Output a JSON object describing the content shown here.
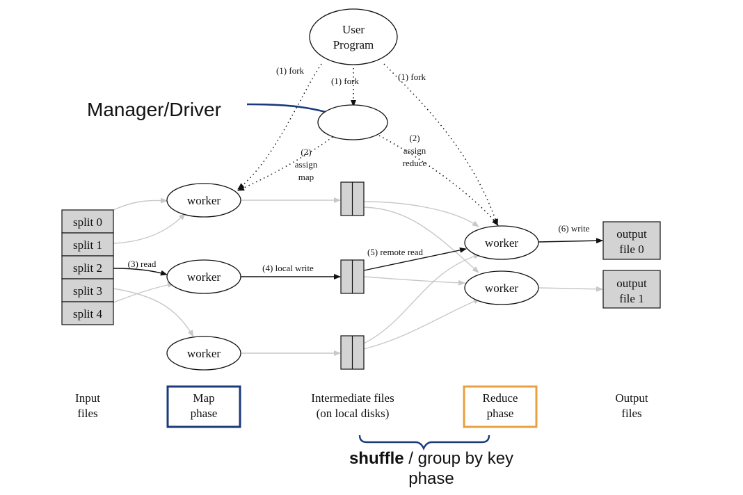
{
  "user_program": {
    "line1": "User",
    "line2": "Program"
  },
  "fork_labels": {
    "left": "(1) fork",
    "middle": "(1) fork",
    "right": "(1) fork"
  },
  "manager_annotation": "Manager/Driver",
  "assign_map": {
    "line1": "(2)",
    "line2": "assign",
    "line3": "map"
  },
  "assign_reduce": {
    "line1": "(2)",
    "line2": "assign",
    "line3": "reduce"
  },
  "splits": [
    "split 0",
    "split 1",
    "split 2",
    "split 3",
    "split 4"
  ],
  "map_workers": [
    "worker",
    "worker",
    "worker"
  ],
  "reduce_workers": [
    "worker",
    "worker"
  ],
  "edge_labels": {
    "read": "(3) read",
    "local_write": "(4) local write",
    "remote_read": "(5) remote read",
    "write": "(6) write"
  },
  "outputs": [
    {
      "line1": "output",
      "line2": "file 0"
    },
    {
      "line1": "output",
      "line2": "file 1"
    }
  ],
  "bottom_labels": {
    "input": {
      "line1": "Input",
      "line2": "files"
    },
    "map_phase": {
      "line1": "Map",
      "line2": "phase"
    },
    "intermediate": {
      "line1": "Intermediate files",
      "line2": "(on local disks)"
    },
    "reduce_phase": {
      "line1": "Reduce",
      "line2": "phase"
    },
    "output": {
      "line1": "Output",
      "line2": "files"
    }
  },
  "shuffle": {
    "bold": "shuffle",
    "rest": " / group by key",
    "line2": "phase"
  },
  "colors": {
    "map_box": "#1a3a7a",
    "reduce_box": "#e8a040",
    "manager_arrow": "#1a3a7a",
    "shuffle_brace": "#1a3a7a",
    "file_fill": "#d3d3d3",
    "gray_edge": "#c8c8c8"
  }
}
